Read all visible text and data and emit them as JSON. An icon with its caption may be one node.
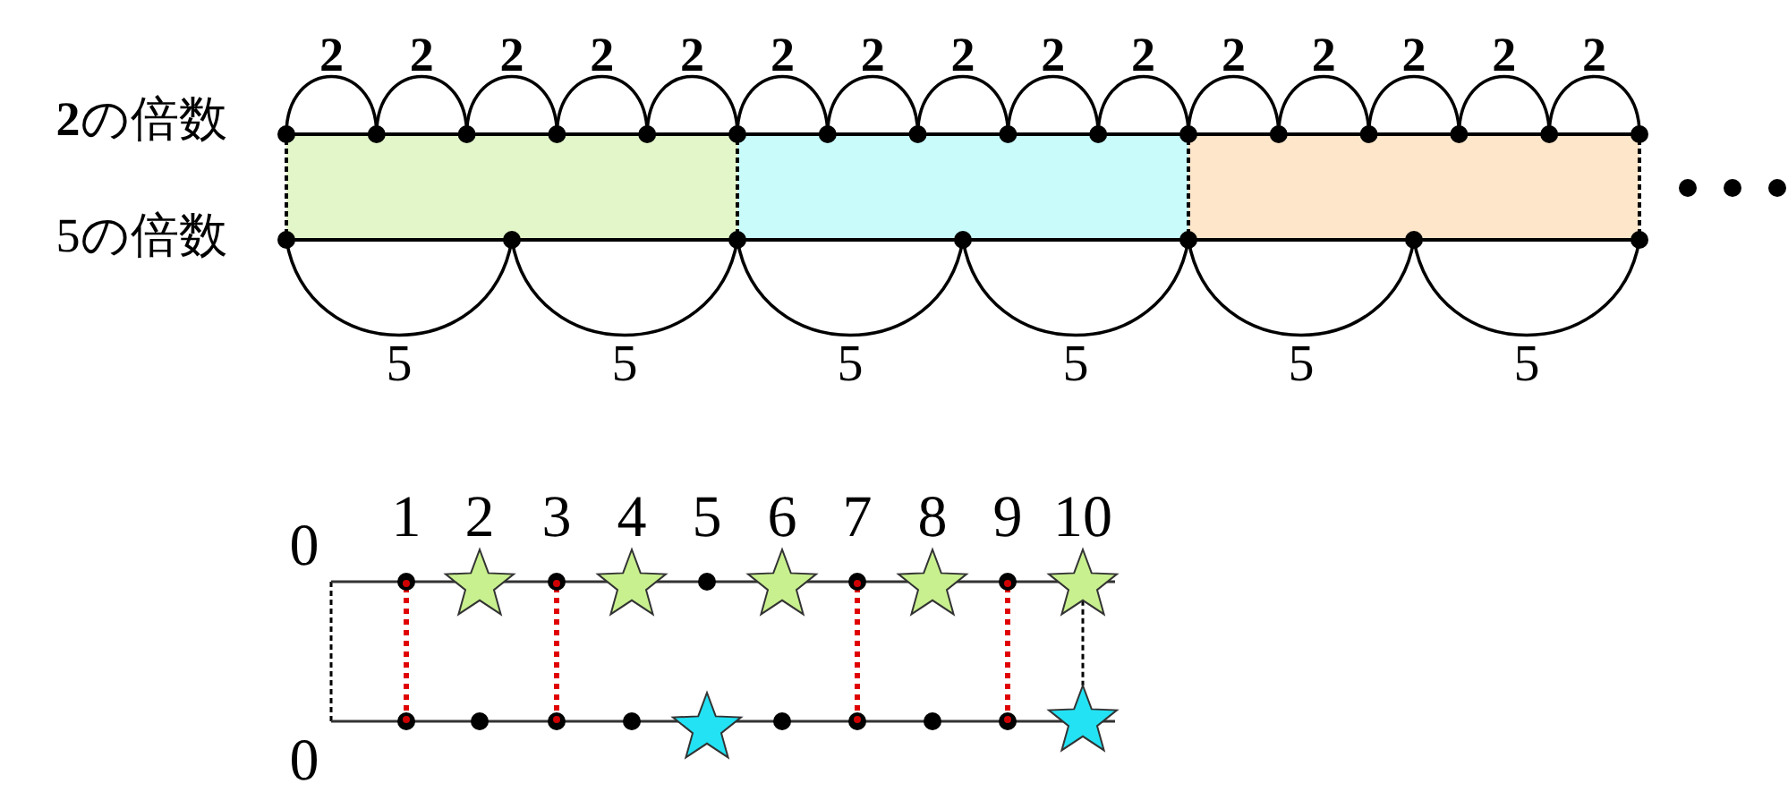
{
  "diagram": {
    "nodes": [
      {
        "text": [],
        "shape": "star"
      },
      {
        "text": [],
        "shape": "star"
      }
    ],
    "edges": [
      {
        "from": 0,
        "to": 1,
        "arrow": "none",
        "style": "dashed"
      }
    ],
    "labels": [
      "2",
      "2",
      "2",
      "2",
      "2",
      "2",
      "2",
      "2",
      "2",
      "2",
      "2",
      "2",
      "2",
      "2",
      "2",
      "**2**の倍数",
      "5の倍数",
      "5",
      "5",
      "5",
      "5",
      "5",
      "5",
      "1",
      "2",
      "3",
      "4",
      "5",
      "6",
      "7",
      "8",
      "9",
      "10",
      "0",
      "0"
    ]
  }
}
